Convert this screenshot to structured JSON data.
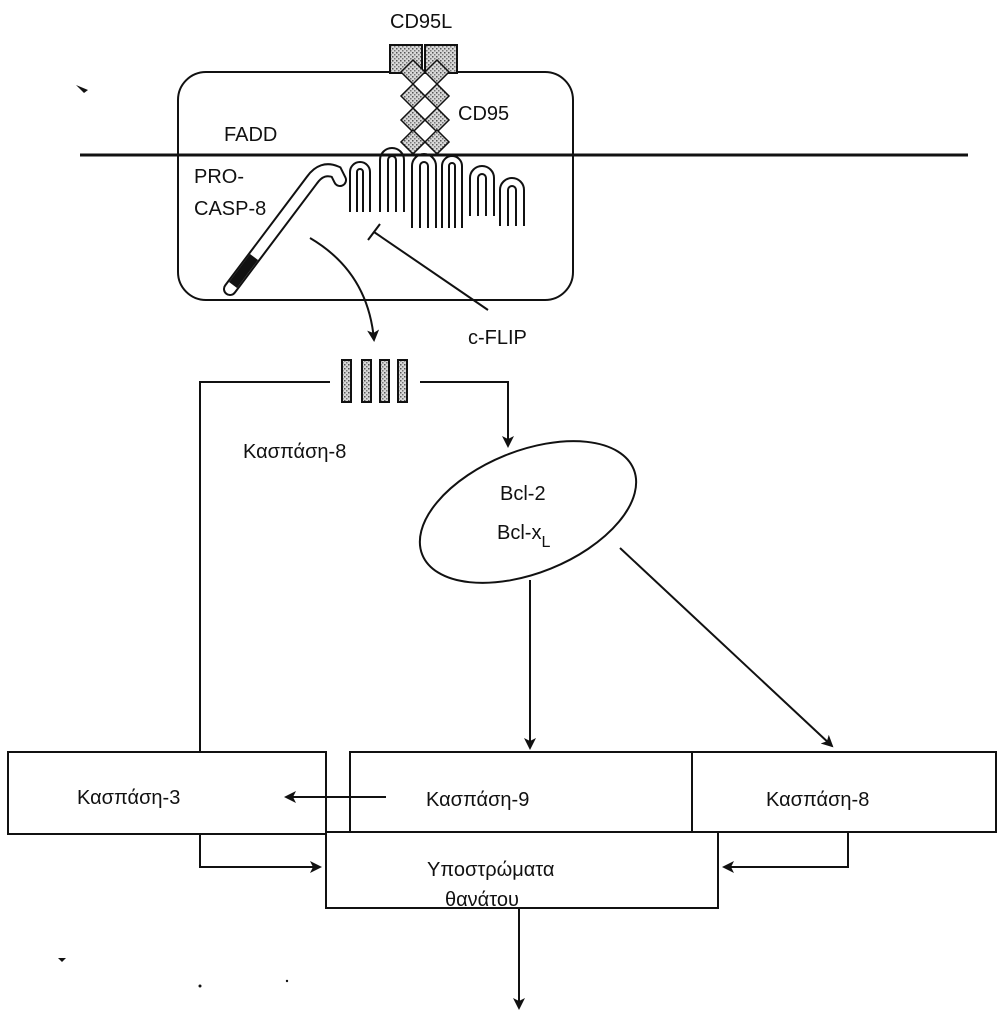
{
  "labels": {
    "cd95l": "CD95L",
    "cd95": "CD95",
    "fadd": "FADD",
    "pro_casp8_line1": "PRO-",
    "pro_casp8_line2": "CASP-8",
    "cflip": "c-FLIP",
    "caspase8_active": "Κασπάση-8",
    "bcl2": "Bcl-2",
    "bclxl": "Bcl-x",
    "bclxl_sub": "L",
    "box_caspase3": "Κασπάση-3",
    "box_caspase9": "Κασπάση-9",
    "box_caspase8": "Κασπάση-8",
    "death_substrates_line1": "Υποστρώματα",
    "death_substrates_line2": "θανάτου"
  },
  "colors": {
    "stroke": "#111111",
    "hatch": "#9a9a9a",
    "background": "#ffffff"
  }
}
